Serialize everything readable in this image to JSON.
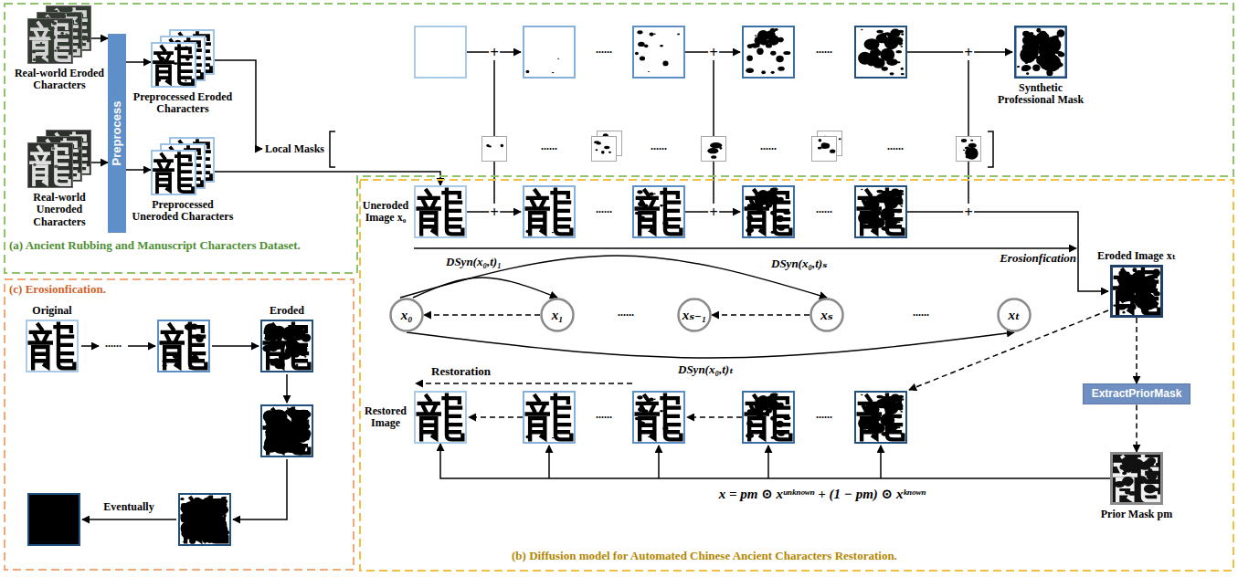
{
  "diagram": {
    "nodes": [
      {
        "text": [
          "(a) Ancient Rubbing and Manuscript Characters Dataset."
        ]
      },
      {
        "text": [
          "Real-world Eroded Characters"
        ],
        "in": 0
      },
      {
        "text": [
          "Real-world Uneroded Characters"
        ],
        "in": 0
      },
      {
        "text": [
          "Preprocess"
        ],
        "in": 0
      },
      {
        "text": [
          "Preprocessed Eroded Characters"
        ],
        "in": 0
      },
      {
        "text": [
          "Preprocessed Uneroded Characters"
        ],
        "in": 0
      },
      {
        "text": [
          "Synthetic Professional Mask"
        ],
        "in": 0
      },
      {
        "text": [
          "(b) Diffusion model for Automated Chinese Ancient Characters Restoration."
        ]
      },
      {
        "text": [
          "Uneroded Image x₀"
        ],
        "in": 7
      },
      {
        "text": [
          "Eroded Image xₜ"
        ],
        "in": 7
      },
      {
        "text": [
          "x₀"
        ],
        "in": 7
      },
      {
        "text": [
          "x₁"
        ],
        "in": 7
      },
      {
        "text": [
          "xₛ₋₁"
        ],
        "in": 7
      },
      {
        "text": [
          "xₛ"
        ],
        "in": 7
      },
      {
        "text": [
          "xₜ"
        ],
        "in": 7
      },
      {
        "text": [
          "Restored Image"
        ],
        "in": 7
      },
      {
        "text": [
          "ExtractPriorMask"
        ],
        "in": 7
      },
      {
        "text": [
          "Prior Mask pm"
        ],
        "in": 7
      },
      {
        "text": [
          "(c) Erosionfication."
        ]
      },
      {
        "text": [
          "Original"
        ],
        "in": 18
      },
      {
        "text": [
          "Eroded"
        ],
        "in": 18
      }
    ],
    "edges": [
      {
        "from": 1,
        "to": 3,
        "arrow": "to"
      },
      {
        "from": 2,
        "to": 3,
        "arrow": "to"
      },
      {
        "from": 3,
        "to": 4,
        "arrow": "to"
      },
      {
        "from": 3,
        "to": 5,
        "arrow": "to"
      },
      {
        "from": 5,
        "to": 8,
        "arrow": "to"
      },
      {
        "from": 10,
        "to": 11,
        "label": "DSyn(x₀,t)₁",
        "arrow": "to"
      },
      {
        "from": 10,
        "to": 13,
        "label": "DSyn(x₀,t)ₛ",
        "arrow": "to"
      },
      {
        "from": 10,
        "to": 14,
        "label": "DSyn(x₀,t)ₜ",
        "arrow": "to"
      },
      {
        "from": 11,
        "to": 10,
        "arrow": "to"
      },
      {
        "from": 13,
        "to": 12,
        "arrow": "to"
      },
      {
        "from": 9,
        "to": 16,
        "arrow": "to"
      },
      {
        "from": 16,
        "to": 17,
        "arrow": "to"
      },
      {
        "from": 17,
        "to": 15,
        "arrow": "to"
      }
    ],
    "labels": [
      "Local Masks",
      "......",
      "......",
      "......",
      "......",
      "+",
      "......",
      "+",
      "......",
      "+",
      "+",
      "......",
      "+",
      "......",
      "+",
      "Erosionfication",
      "......",
      "......",
      "Restoration",
      "......",
      "......",
      "x = pm ⊙ xᵘⁿᵏⁿᵒʷⁿ + (1 − pm) ⊙ xᵏⁿᵒʷⁿ",
      "......",
      "Eventually"
    ]
  }
}
